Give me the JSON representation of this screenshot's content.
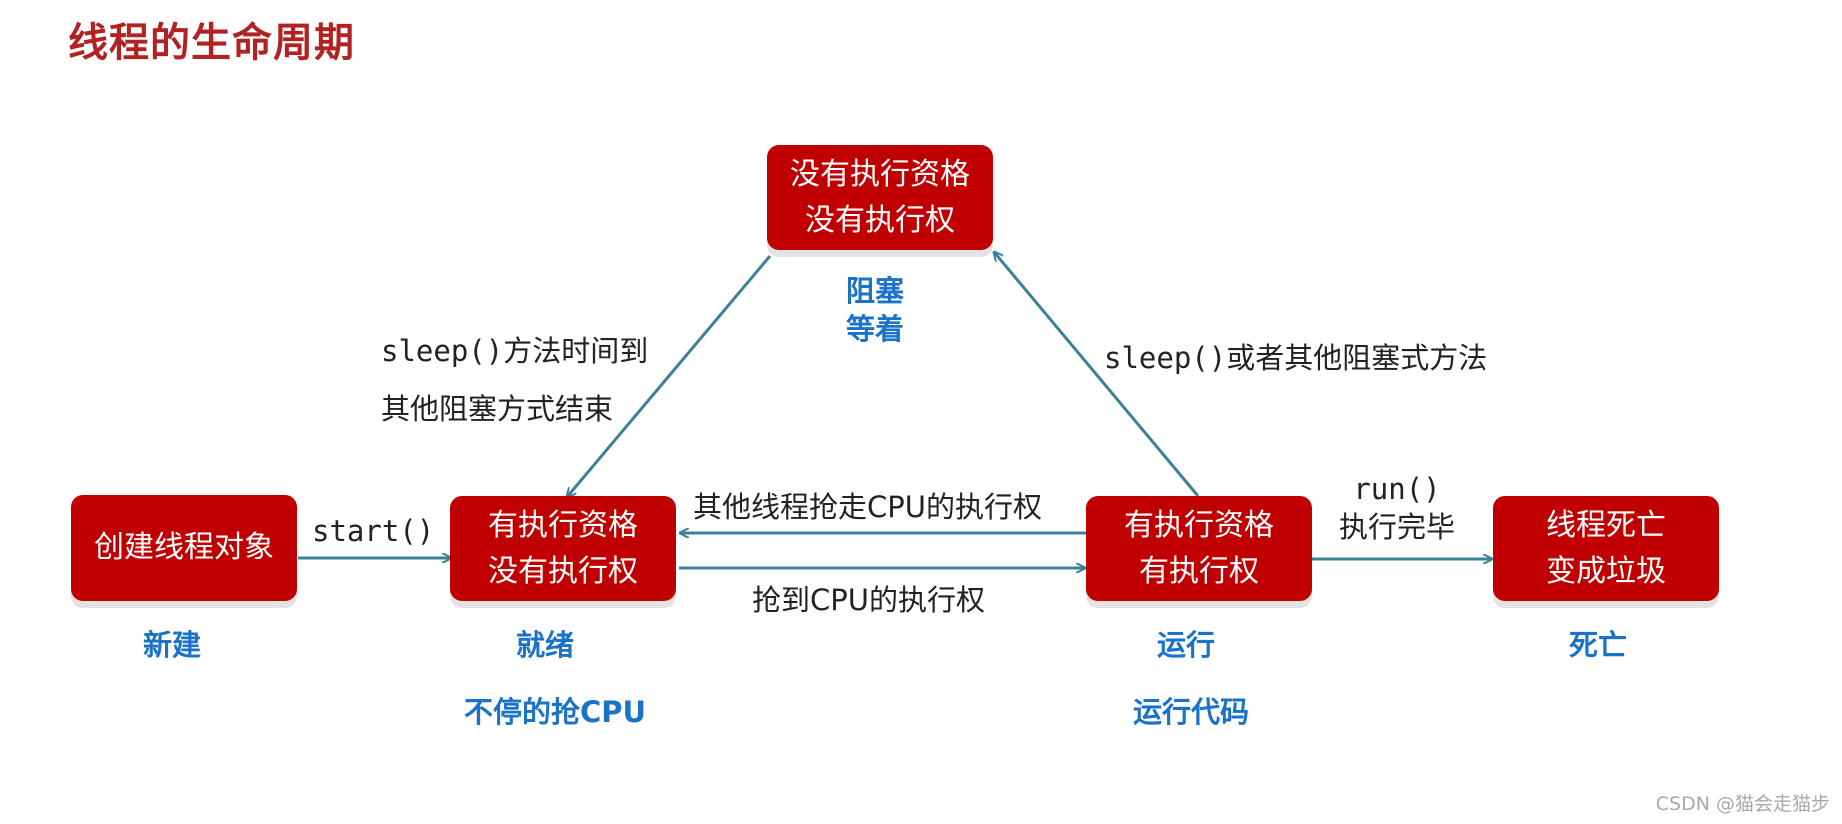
{
  "title": "线程的生命周期",
  "colors": {
    "box": "#c00000",
    "title": "#b22222",
    "state": "#1a73c8",
    "arrow": "#3b8197"
  },
  "boxes": {
    "new": {
      "line1": "创建线程对象"
    },
    "ready": {
      "line1": "有执行资格",
      "line2": "没有执行权"
    },
    "blocked": {
      "line1": "没有执行资格",
      "line2": "没有执行权"
    },
    "running": {
      "line1": "有执行资格",
      "line2": "有执行权"
    },
    "dead": {
      "line1": "线程死亡",
      "line2": "变成垃圾"
    }
  },
  "states": {
    "new": "新建",
    "ready": "就绪",
    "ready_note": "不停的抢CPU",
    "blocked1": "阻塞",
    "blocked2": "等着",
    "running": "运行",
    "running_note": "运行代码",
    "dead": "死亡"
  },
  "labels": {
    "start": "start()",
    "sleep_end_1": "sleep()方法时间到",
    "sleep_end_2": "其他阻塞方式结束",
    "to_blocked": "sleep()或者其他阻塞式方法",
    "preempted": "其他线程抢走CPU的执行权",
    "got_cpu": "抢到CPU的执行权",
    "run_1": "run()",
    "run_2": "执行完毕"
  },
  "watermark": "CSDN @猫会走猫步"
}
